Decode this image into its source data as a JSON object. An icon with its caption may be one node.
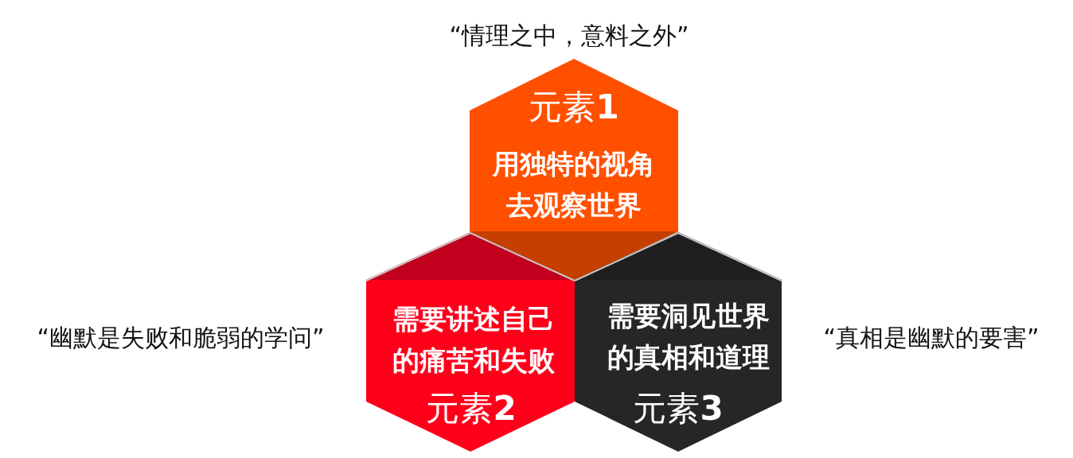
{
  "diagram": {
    "nodes": [
      {
        "text": [
          "元素**1**",
          "用独特的视角去观察世界"
        ],
        "beside": [
          "“情理之中，意料之外”"
        ]
      },
      {
        "text": [
          "需要讲述自己的痛苦和失败",
          "元素**2**"
        ],
        "beside": [
          "“幽默是失败和脆弱的学问”"
        ]
      },
      {
        "text": [
          "需要洞见世界的真相和道理",
          "元素**3**"
        ],
        "beside": [
          "“真相是幽默的要害”"
        ]
      }
    ]
  }
}
